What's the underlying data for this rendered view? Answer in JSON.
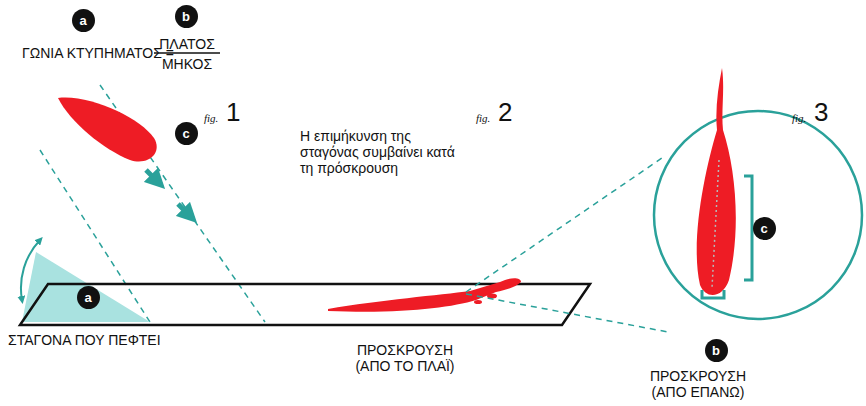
{
  "diagram": {
    "nodes": [
      {
        "text": [
          "a"
        ]
      },
      {
        "text": [
          "b"
        ]
      },
      {
        "text": [
          "c"
        ]
      },
      {
        "text": [
          "a"
        ]
      },
      {
        "text": [
          "c"
        ]
      },
      {
        "text": [
          "b"
        ]
      }
    ],
    "labels": [
      "ΓΩΝΙΑ ΚΤΥΠΗΜΑΤΟΣ =",
      "ΠΛΑΤΟΣ",
      "ΜΗΚΟΣ",
      "fig.",
      "1",
      "fig.",
      "2",
      "fig.",
      "3",
      "Η επιμήκυνση της σταγόνας συμβαίνει κατά τη πρόσκρουση",
      "ΣΤΑΓΟΝΑ ΠΟΥ ΠΕΦΤΕΙ",
      "ΠΡΟΣΚΡΟΥΣΗ (ΑΠΟ ΤΟ ΠΛΑΪ)",
      "ΠΡΟΣΚΡΟΥΣΗ (ΑΠΟ ΕΠΑΝΩ)"
    ]
  }
}
